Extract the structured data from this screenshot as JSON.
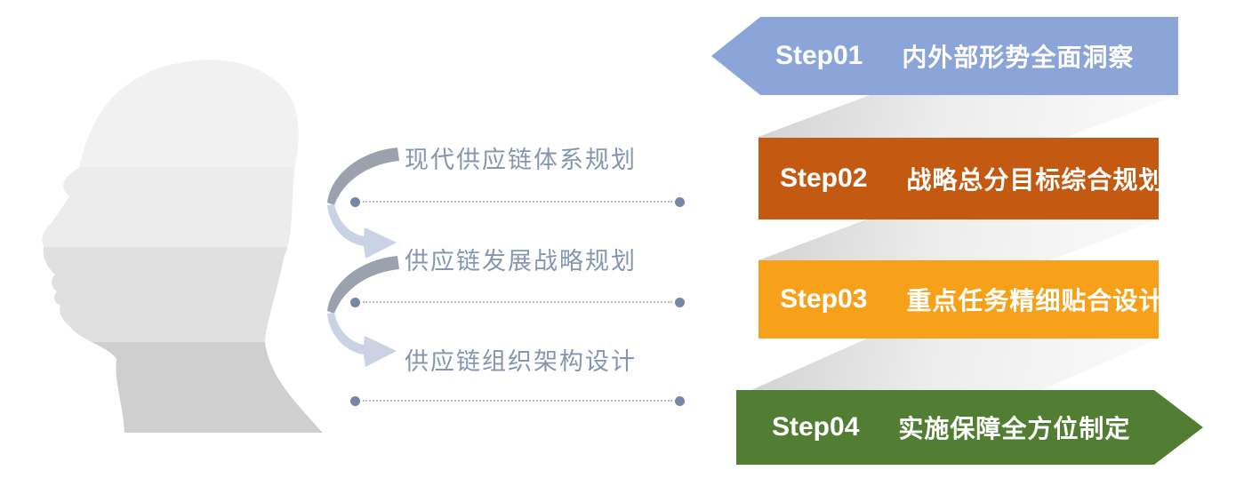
{
  "figure": {
    "type": "process-diagram",
    "mind": {
      "items": [
        {
          "label": "现代供应链体系规划"
        },
        {
          "label": "供应链发展战略规划"
        },
        {
          "label": "供应链组织架构设计"
        }
      ]
    },
    "steps": [
      {
        "label": "Step01",
        "title": "内外部形势全面洞察",
        "color": "#8BA5D9",
        "shape": "arrow-left"
      },
      {
        "label": "Step02",
        "title": "战略总分目标综合规划",
        "color": "#C45A11",
        "shape": "rectangle"
      },
      {
        "label": "Step03",
        "title": "重点任务精细贴合设计",
        "color": "#F7A11B",
        "shape": "rectangle"
      },
      {
        "label": "Step04",
        "title": "实施保障全方位制定",
        "color": "#527E34",
        "shape": "arrow-right"
      }
    ],
    "colors": {
      "mind_text": "#8496B0",
      "connector_dot": "#7687A6",
      "connector_dash": "#B0BDD0",
      "swoosh_dark": "#9BA2AE",
      "swoosh_light": "#C9D3E3",
      "ribbon_gray": "#D2D2D2",
      "head_bands": [
        "#F1F1F2",
        "#ECECED",
        "#E0E0E1",
        "#CFCFD0"
      ]
    }
  }
}
